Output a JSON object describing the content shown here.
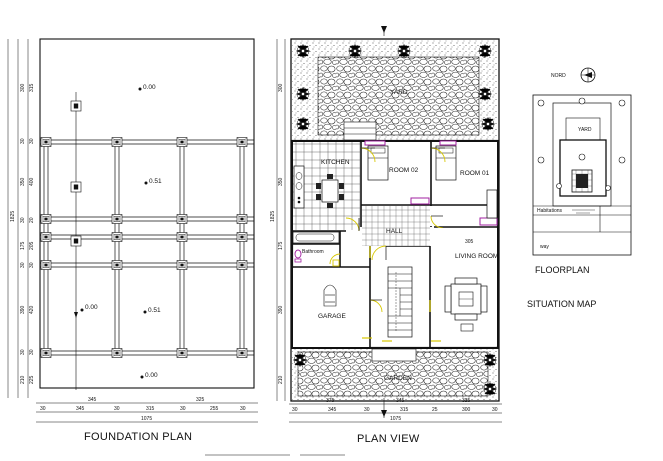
{
  "titles": {
    "foundation": "FOUNDATION PLAN",
    "plan": "PLAN VIEW",
    "floorplan": "FLOORPLAN",
    "situation": "SITUATION MAP"
  },
  "rooms": {
    "yard": "YARD",
    "kitchen": "KITCHEN",
    "room02": "ROOM 02",
    "room01": "ROOM 01",
    "hall": "HALL",
    "bathroom": "Bathroom",
    "living": "LIVING ROOM",
    "garage": "GARAGE",
    "garden": "GARDEN"
  },
  "elevations": {
    "a": "0.00",
    "b": "0.51",
    "c": "0.00",
    "d": "0.51",
    "e": "0.00"
  },
  "situation_labels": {
    "north": "NORD",
    "yard": "YARD",
    "road": "way",
    "neighbor": "Habitations"
  },
  "dims": {
    "fp_top": [
      "345",
      "325"
    ],
    "fp_bottom": [
      "30",
      "345",
      "30",
      "315",
      "30",
      "255",
      "30"
    ],
    "fp_total": "1075",
    "fp_left_outer": [
      "300",
      "30",
      "350",
      "30",
      "175",
      "30",
      "390",
      "30",
      "210"
    ],
    "fp_left_inner": [
      "315",
      "30",
      "400",
      "20",
      "205",
      "30",
      "420",
      "30",
      "225"
    ],
    "fp_left_total": "1825",
    "pv_bottom_a": [
      "375",
      "345",
      "325"
    ],
    "pv_bottom_b": [
      "30",
      "345",
      "30",
      "315",
      "25",
      "300",
      "30"
    ],
    "pv_total": "1075",
    "pv_misc": "305"
  }
}
